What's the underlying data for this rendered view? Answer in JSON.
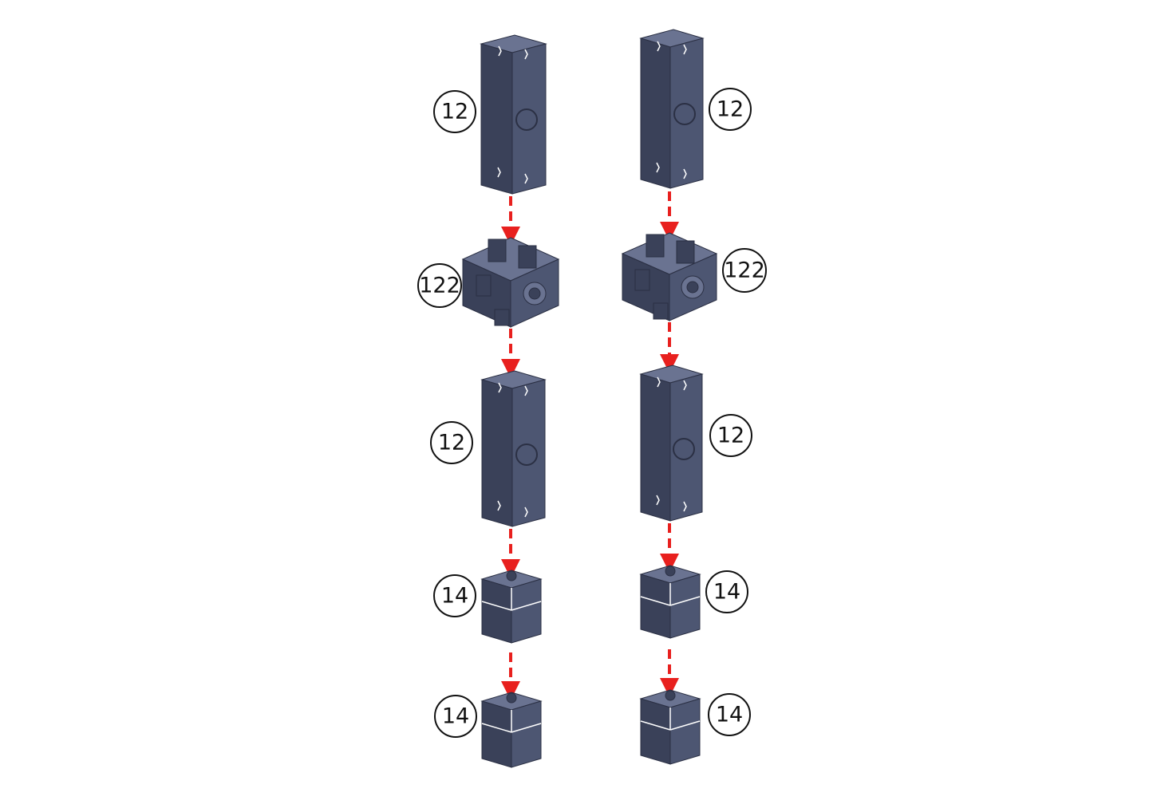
{
  "colors": {
    "part_body": "#4d5672",
    "part_top": "#6a7391",
    "part_shadow": "#3a4159",
    "part_edge": "#2b3044",
    "arrow": "#e8201e",
    "callout_stroke": "#111111",
    "background": "#ffffff"
  },
  "part_labels": {
    "tube": "12",
    "connector": "122",
    "foot_block": "14"
  },
  "stacks": [
    {
      "id": "left",
      "parts": [
        {
          "type": "tube",
          "label": "12"
        },
        {
          "type": "connector",
          "label": "122"
        },
        {
          "type": "tube",
          "label": "12"
        },
        {
          "type": "foot_block",
          "label": "14"
        },
        {
          "type": "foot_block",
          "label": "14"
        }
      ]
    },
    {
      "id": "right",
      "parts": [
        {
          "type": "tube",
          "label": "12"
        },
        {
          "type": "connector",
          "label": "122"
        },
        {
          "type": "tube",
          "label": "12"
        },
        {
          "type": "foot_block",
          "label": "14"
        },
        {
          "type": "foot_block",
          "label": "14"
        }
      ]
    }
  ]
}
